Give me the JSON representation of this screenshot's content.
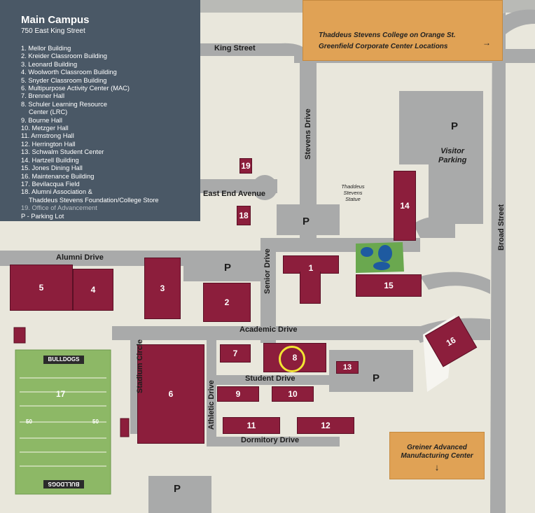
{
  "legend": {
    "title": "Main Campus",
    "address": "750 East King Street",
    "items": [
      "1. Mellor Building",
      "2. Kreider Classroom Building",
      "3. Leonard Building",
      "4. Woolworth Classroom Building",
      "5. Snyder Classroom Building",
      "6. Multipurpose Activity Center (MAC)",
      "7. Brenner Hall",
      "8. Schuler Learning Resource",
      "Center (LRC)",
      "9. Bourne Hall",
      "10. Metzger Hall",
      "11. Armstrong Hall",
      "12. Herrington Hall",
      "13. Schwalm Student Center",
      "14. Hartzell Building",
      "15. Jones Dining Hall",
      "16. Maintenance Building",
      "17. Bevilacqua Field",
      "18. Alumni Association &",
      "Thaddeus Stevens Foundation/College Store",
      "19. Office of Advancement",
      "P - Parking Lot"
    ]
  },
  "callouts": {
    "orange_st_line1": "Thaddeus Stevens College on Orange St.",
    "orange_st_line2": "Greenfield Corporate Center Locations",
    "orange_st_arrow": "→",
    "greiner_line1": "Greiner Advanced",
    "greiner_line2": "Manufacturing Center",
    "greiner_arrow": "↓"
  },
  "streets": {
    "king": "King Street",
    "stevens": "Stevens Drive",
    "east_end": "East End Avenue",
    "alumni": "Alumni Drive",
    "senior": "Senior Drive",
    "academic": "Academic Drive",
    "student": "Student Drive",
    "stadium": "Stadium Circle",
    "athletic": "Athletic Drive",
    "dormitory": "Dormitory Drive",
    "broad": "Broad Street"
  },
  "places": {
    "visitor_line1": "Visitor",
    "visitor_line2": "Parking",
    "statue_line1": "Thaddeus",
    "statue_line2": "Stevens",
    "statue_line3": "Statue",
    "bulldogs_top": "BULLDOGS",
    "bulldogs_bottom": "BULLDOGS",
    "field_label": "17",
    "yard_50": "50"
  },
  "buildings": {
    "b1": "1",
    "b2": "2",
    "b3": "3",
    "b4": "4",
    "b5": "5",
    "b6": "6",
    "b7": "7",
    "b8": "8",
    "b9": "9",
    "b10": "10",
    "b11": "11",
    "b12": "12",
    "b13": "13",
    "b14": "14",
    "b15": "15",
    "b16": "16",
    "b18": "18",
    "b19": "19"
  },
  "parking": {
    "p": "P"
  },
  "colors": {
    "building": "#8c1e3c",
    "road": "#a9aaaa",
    "ground": "#e9e7dc",
    "legend_bg": "#4a5866",
    "callout": "#e0a255",
    "highlight": "#f2e632",
    "field": "#8db866"
  }
}
